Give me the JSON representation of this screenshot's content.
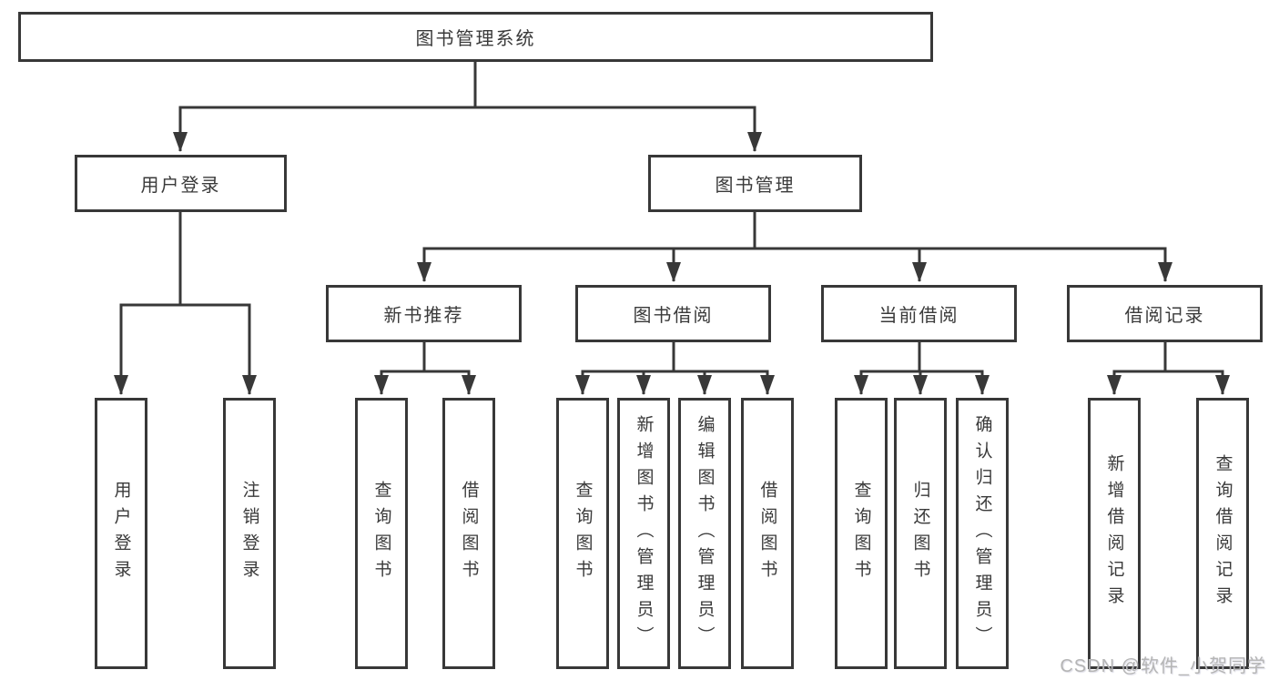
{
  "tree": {
    "label": "图书管理系统",
    "children": [
      {
        "label": "用户登录",
        "children": [
          {
            "label": "用户登录"
          },
          {
            "label": "注销登录"
          }
        ]
      },
      {
        "label": "图书管理",
        "children": [
          {
            "label": "新书推荐",
            "children": [
              {
                "label": "查询图书"
              },
              {
                "label": "借阅图书"
              }
            ]
          },
          {
            "label": "图书借阅",
            "children": [
              {
                "label": "查询图书"
              },
              {
                "label": "新增图书（管理员）"
              },
              {
                "label": "编辑图书（管理员）"
              },
              {
                "label": "借阅图书"
              }
            ]
          },
          {
            "label": "当前借阅",
            "children": [
              {
                "label": "查询图书"
              },
              {
                "label": "归还图书"
              },
              {
                "label": "确认归还（管理员）"
              }
            ]
          },
          {
            "label": "借阅记录",
            "children": [
              {
                "label": "新增借阅记录"
              },
              {
                "label": "查询借阅记录"
              }
            ]
          }
        ]
      }
    ]
  },
  "watermark": {
    "text": "CSDN @软件_小贺同学"
  },
  "colors": {
    "line": "#383838",
    "box_border": "#383838",
    "text": "#3a3a3a",
    "background": "#ffffff",
    "watermark": "#b5b5b5"
  }
}
